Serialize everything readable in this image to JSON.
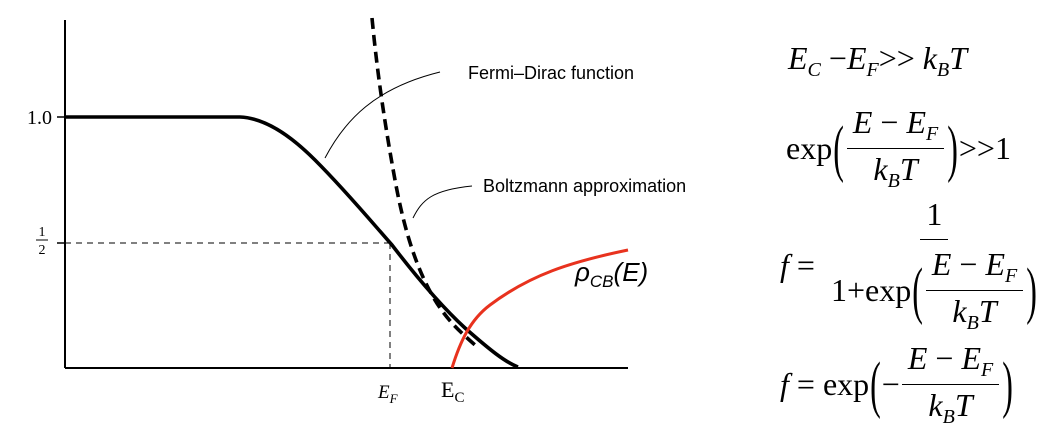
{
  "labels": {
    "y_one": "1.0",
    "y_half_num": "1",
    "y_half_den": "2",
    "fermi_dirac": "Fermi–Dirac function",
    "boltzmann": "Boltzmann approximation",
    "rho_main": "ρ",
    "rho_sub": "CB",
    "rho_arg": "(E)",
    "ef_main": "E",
    "ef_sub": "F",
    "ec_main": "E",
    "ec_sub": "C"
  },
  "colors": {
    "axis": "#000000",
    "fermi_dirac": "#000000",
    "boltzmann": "#000000",
    "density_of_states": "#e8321e"
  },
  "equations": {
    "eq1": {
      "e": "E",
      "c": "C",
      "minus": "−",
      "f": "F",
      "gg": ">>",
      "k": "k",
      "b": "B",
      "t": "T"
    },
    "eq2": {
      "exp": "exp",
      "e": "E",
      "minus": "−",
      "ef": "E",
      "f": "F",
      "k": "k",
      "b": "B",
      "t": "T",
      "gg": ">>",
      "one": "1"
    },
    "eq3": {
      "f": "f",
      "eq": "=",
      "one": "1",
      "plus": "1+exp",
      "e": "E",
      "minus": "−",
      "ef": "E",
      "fsub": "F",
      "k": "k",
      "b": "B",
      "t": "T"
    },
    "eq4": {
      "f": "f",
      "eq": "=",
      "exp": "exp",
      "neg": "−",
      "e": "E",
      "minus": "−",
      "ef": "E",
      "fsub": "F",
      "k": "k",
      "b": "B",
      "t": "T"
    }
  }
}
